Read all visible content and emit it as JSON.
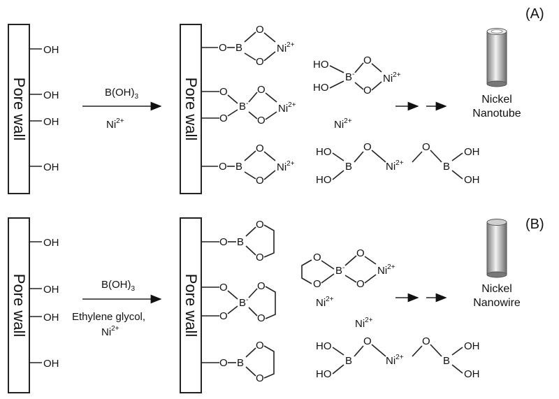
{
  "panel_a": {
    "label": "(A)",
    "wall_text": "Pore wall",
    "oh": "OH",
    "reagent": "B(OH)",
    "reagent_sub": "3",
    "ion": "Ni",
    "ion_charge": "2+",
    "product_line1": "Nickel",
    "product_line2": "Nanotube"
  },
  "panel_b": {
    "label": "(B)",
    "wall_text": "Pore wall",
    "oh": "OH",
    "reagent": "B(OH)",
    "reagent_sub": "3",
    "reagent_line2": "Ethylene glycol,",
    "ion": "Ni",
    "ion_charge": "2+",
    "product_line1": "Nickel",
    "product_line2": "Nanowire"
  },
  "atoms": {
    "o": "O",
    "b": "B",
    "ho": "HO",
    "oh": "OH",
    "ni": "Ni",
    "charge": "2+"
  }
}
